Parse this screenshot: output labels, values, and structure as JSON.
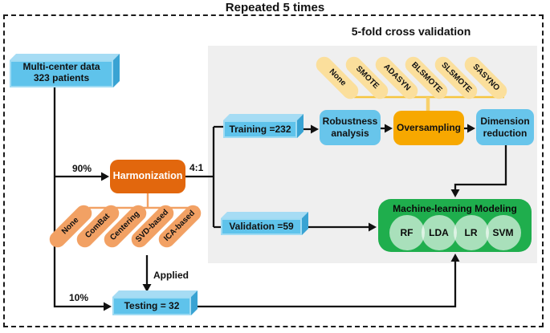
{
  "titles": {
    "repeat": "Repeated 5 times",
    "cross_validation": "5-fold cross validation"
  },
  "nodes": {
    "multicenter": {
      "line1": "Multi-center data",
      "line2": "323 patients"
    },
    "harmonization": {
      "label": "Harmonization"
    },
    "training": {
      "label": "Training =232"
    },
    "validation": {
      "label": "Validation =59"
    },
    "testing": {
      "label": "Testing = 32"
    },
    "robustness": {
      "line1": "Robustness",
      "line2": "analysis"
    },
    "oversampling": {
      "label": "Oversampling"
    },
    "dimension": {
      "line1": "Dimension",
      "line2": "reduction"
    },
    "ml_modeling": {
      "title": "Machine-learning Modeling",
      "models": [
        "RF",
        "LDA",
        "LR",
        "SVM"
      ]
    }
  },
  "harmonization_methods": [
    "None",
    "ComBat",
    "Centering",
    "SVD-based",
    "ICA-based"
  ],
  "oversampling_methods": [
    "None",
    "SMOTE",
    "ADASYN",
    "BLSMOTE",
    "SLSMOTE",
    "SASYNO"
  ],
  "edge_labels": {
    "train_split": "90%",
    "test_split": "10%",
    "ratio": "4:1",
    "applied": "Applied"
  },
  "colors": {
    "slab_blue": "#5fc3eb",
    "process_blue": "#68c5eb",
    "oversampling_amber": "#f7a800",
    "harmonization_orange": "#e2670d",
    "method_pill_orange": "#f2a164",
    "oversample_pill_yellow": "#fbdf9c",
    "ml_green": "#1fae4d",
    "panel_gray": "#efefef"
  }
}
